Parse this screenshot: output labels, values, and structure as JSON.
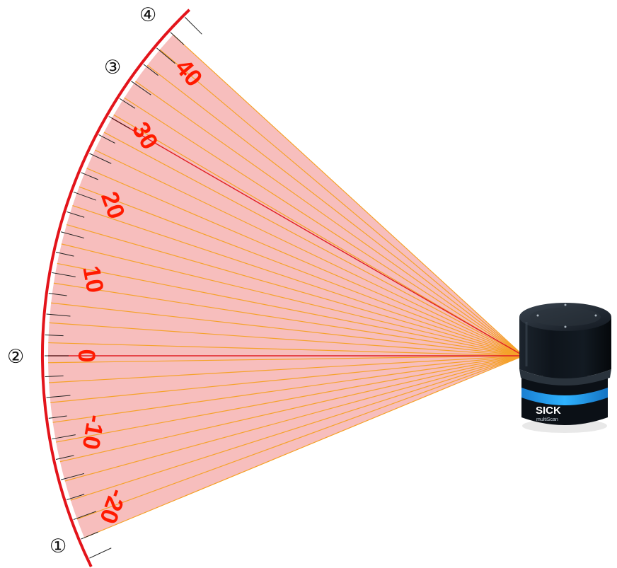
{
  "diagram": {
    "markers": [
      {
        "id": "marker-1",
        "label": "①"
      },
      {
        "id": "marker-2",
        "label": "②"
      },
      {
        "id": "marker-3",
        "label": "③"
      },
      {
        "id": "marker-4",
        "label": "④"
      }
    ],
    "scale": {
      "unit": "degrees",
      "range_deg": [
        -22.5,
        42.5
      ],
      "major_step_deg": 10,
      "minor_step_deg": 2.5,
      "labels": [
        "40",
        "30",
        "20",
        "10",
        "0",
        "-10",
        "-20"
      ],
      "label_values": [
        40,
        30,
        20,
        10,
        0,
        -10,
        -20
      ]
    },
    "beams": {
      "count": 28,
      "from_deg": -22.5,
      "to_deg": 42.5,
      "highlighted_deg": [
        0,
        30
      ],
      "beam_color": "#f5a22a",
      "highlight_color": "#e01e24",
      "fan_color": "#f6b3b1"
    },
    "sensor": {
      "brand": "SICK",
      "model": "multiScan",
      "body_color": "#0d1218",
      "ring_color": "#24a8ff"
    },
    "arc_color": "#e3141b"
  }
}
